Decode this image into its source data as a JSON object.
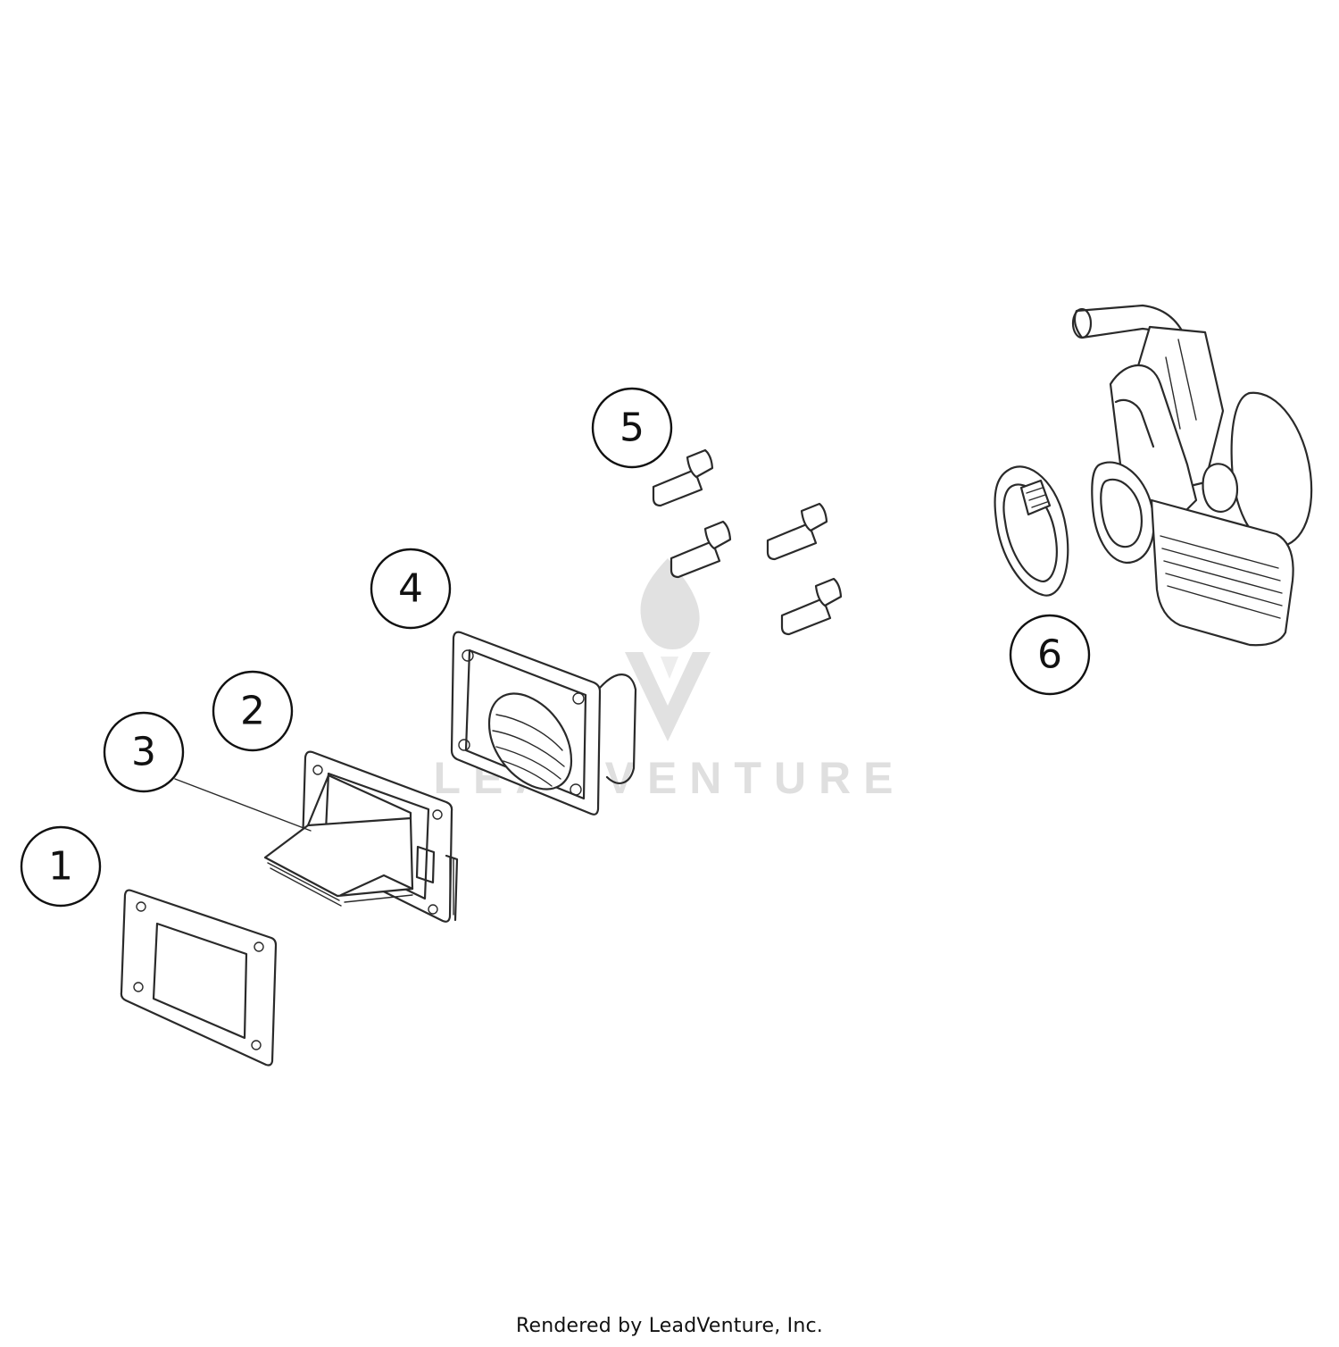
{
  "diagram": {
    "callouts": [
      "1",
      "2",
      "3",
      "4",
      "5",
      "6"
    ],
    "watermark": {
      "text": "LEADVENTURE",
      "icon": "flame-v-logo-icon"
    }
  },
  "footer": {
    "text": "Rendered by LeadVenture, Inc."
  }
}
